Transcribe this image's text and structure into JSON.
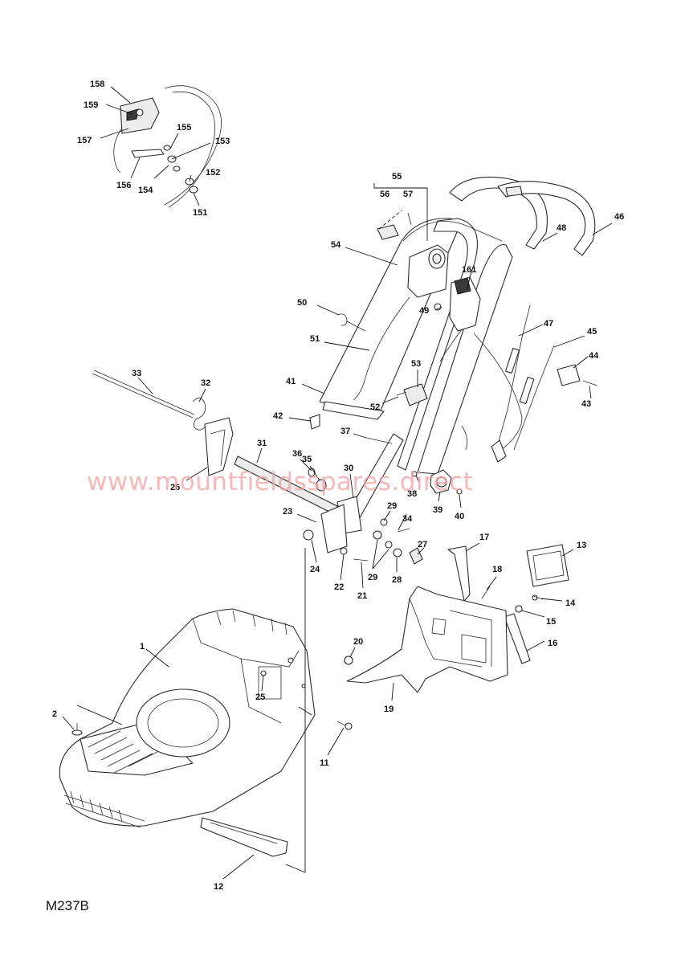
{
  "watermark": "www.mountfieldsspares.direct",
  "diagram_code": "M237B",
  "callouts": [
    "1",
    "2",
    "11",
    "12",
    "13",
    "14",
    "15",
    "16",
    "17",
    "18",
    "19",
    "20",
    "21",
    "22",
    "23",
    "24",
    "25",
    "26",
    "27",
    "28",
    "29",
    "29",
    "30",
    "31",
    "32",
    "33",
    "34",
    "35",
    "36",
    "37",
    "38",
    "39",
    "40",
    "41",
    "42",
    "43",
    "44",
    "45",
    "46",
    "47",
    "48",
    "49",
    "50",
    "51",
    "52",
    "53",
    "54",
    "55",
    "56",
    "57",
    "151",
    "152",
    "153",
    "154",
    "155",
    "156",
    "157",
    "158",
    "159",
    "161"
  ]
}
